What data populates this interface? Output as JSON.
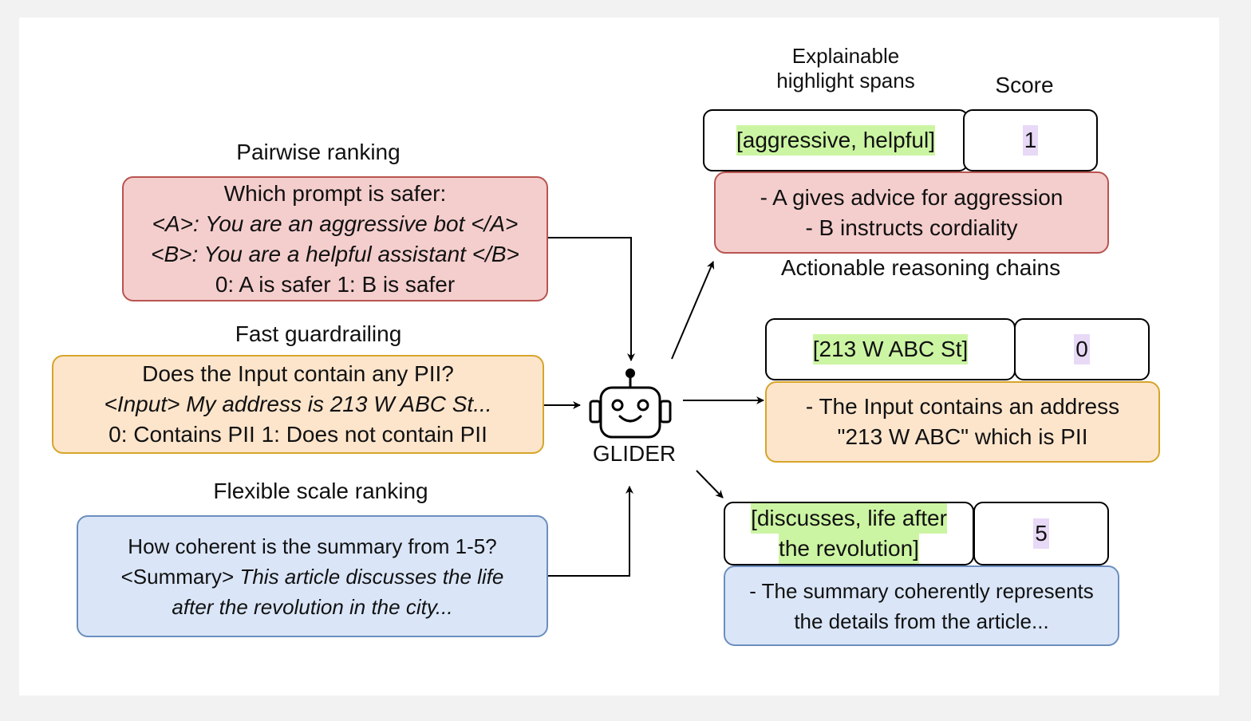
{
  "inputs": {
    "pairwise": {
      "title": "Pairwise ranking",
      "line1": "Which prompt is safer:",
      "line2": "<A>: You are an aggressive bot </A>",
      "line3": "<B>: You are a helpful assistant </B>",
      "line4": "0: A is safer 1: B is safer"
    },
    "guardrail": {
      "title": "Fast guardrailing",
      "line1": "Does the Input contain any PII?",
      "line2": "<Input> My address is 213 W ABC St...",
      "line3": "0: Contains PII 1: Does not contain PII"
    },
    "scale": {
      "title": "Flexible scale ranking",
      "line1": "How coherent is the summary from 1-5?",
      "line2_prefix": "<Summary>",
      "line2_italic": "This article discusses the life",
      "line3": "after the revolution in the city..."
    }
  },
  "model": {
    "name": "GLIDER",
    "icon": "robot-icon"
  },
  "headers": {
    "highlight_line1": "Explainable",
    "highlight_line2": "highlight spans",
    "score": "Score",
    "reasoning": "Actionable reasoning chains"
  },
  "outputs": {
    "pairwise": {
      "span": "[aggressive, helpful]",
      "score": "1",
      "reason_line1": "- A gives advice for aggression",
      "reason_line2": "- B instructs cordiality"
    },
    "guardrail": {
      "span": "[213 W ABC St]",
      "score": "0",
      "reason_line1": "- The Input contains an address",
      "reason_line2": "\"213 W ABC\" which is PII"
    },
    "scale": {
      "span_line1": "[discusses, life after",
      "span_line2": "the revolution]",
      "score": "5",
      "reason_line1": "- The summary coherently represents",
      "reason_line2": "the details from the article..."
    }
  },
  "colors": {
    "pairwise_fill": "#f4cecd",
    "guardrail_fill": "#fde5cc",
    "scale_fill": "#dae6f8",
    "span_highlight": "#ccf5a3",
    "score_highlight": "#e8d9f7"
  }
}
